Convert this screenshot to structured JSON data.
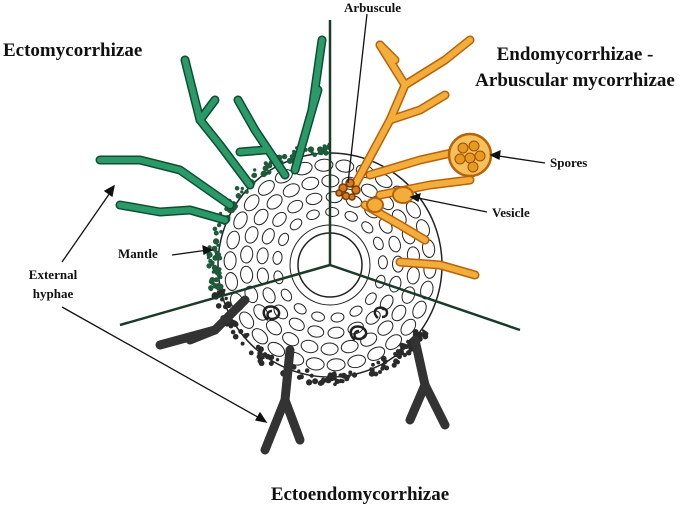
{
  "labels": {
    "ectomycorrhizae": "Ectomycorrhizae",
    "endo_line1": "Endomycorrhizae -",
    "endo_line2": "Arbuscular mycorrhizae",
    "ectoendomycorrhizae": "Ectoendomycorrhizae",
    "arbuscule": "Arbuscule",
    "spores": "Spores",
    "vesicle": "Vesicle",
    "mantle": "Mantle",
    "external_line1": "External",
    "external_line2": "hyphae"
  },
  "colors": {
    "ecto_hyphae": "#1f7a52",
    "endo_hyphae": "#f0a020",
    "endo_outline": "#b8620a",
    "ectoendo_hyphae": "#333333",
    "cell_outline": "#222222",
    "mantle_dots": "#1f5a3a",
    "text": "#111111"
  }
}
